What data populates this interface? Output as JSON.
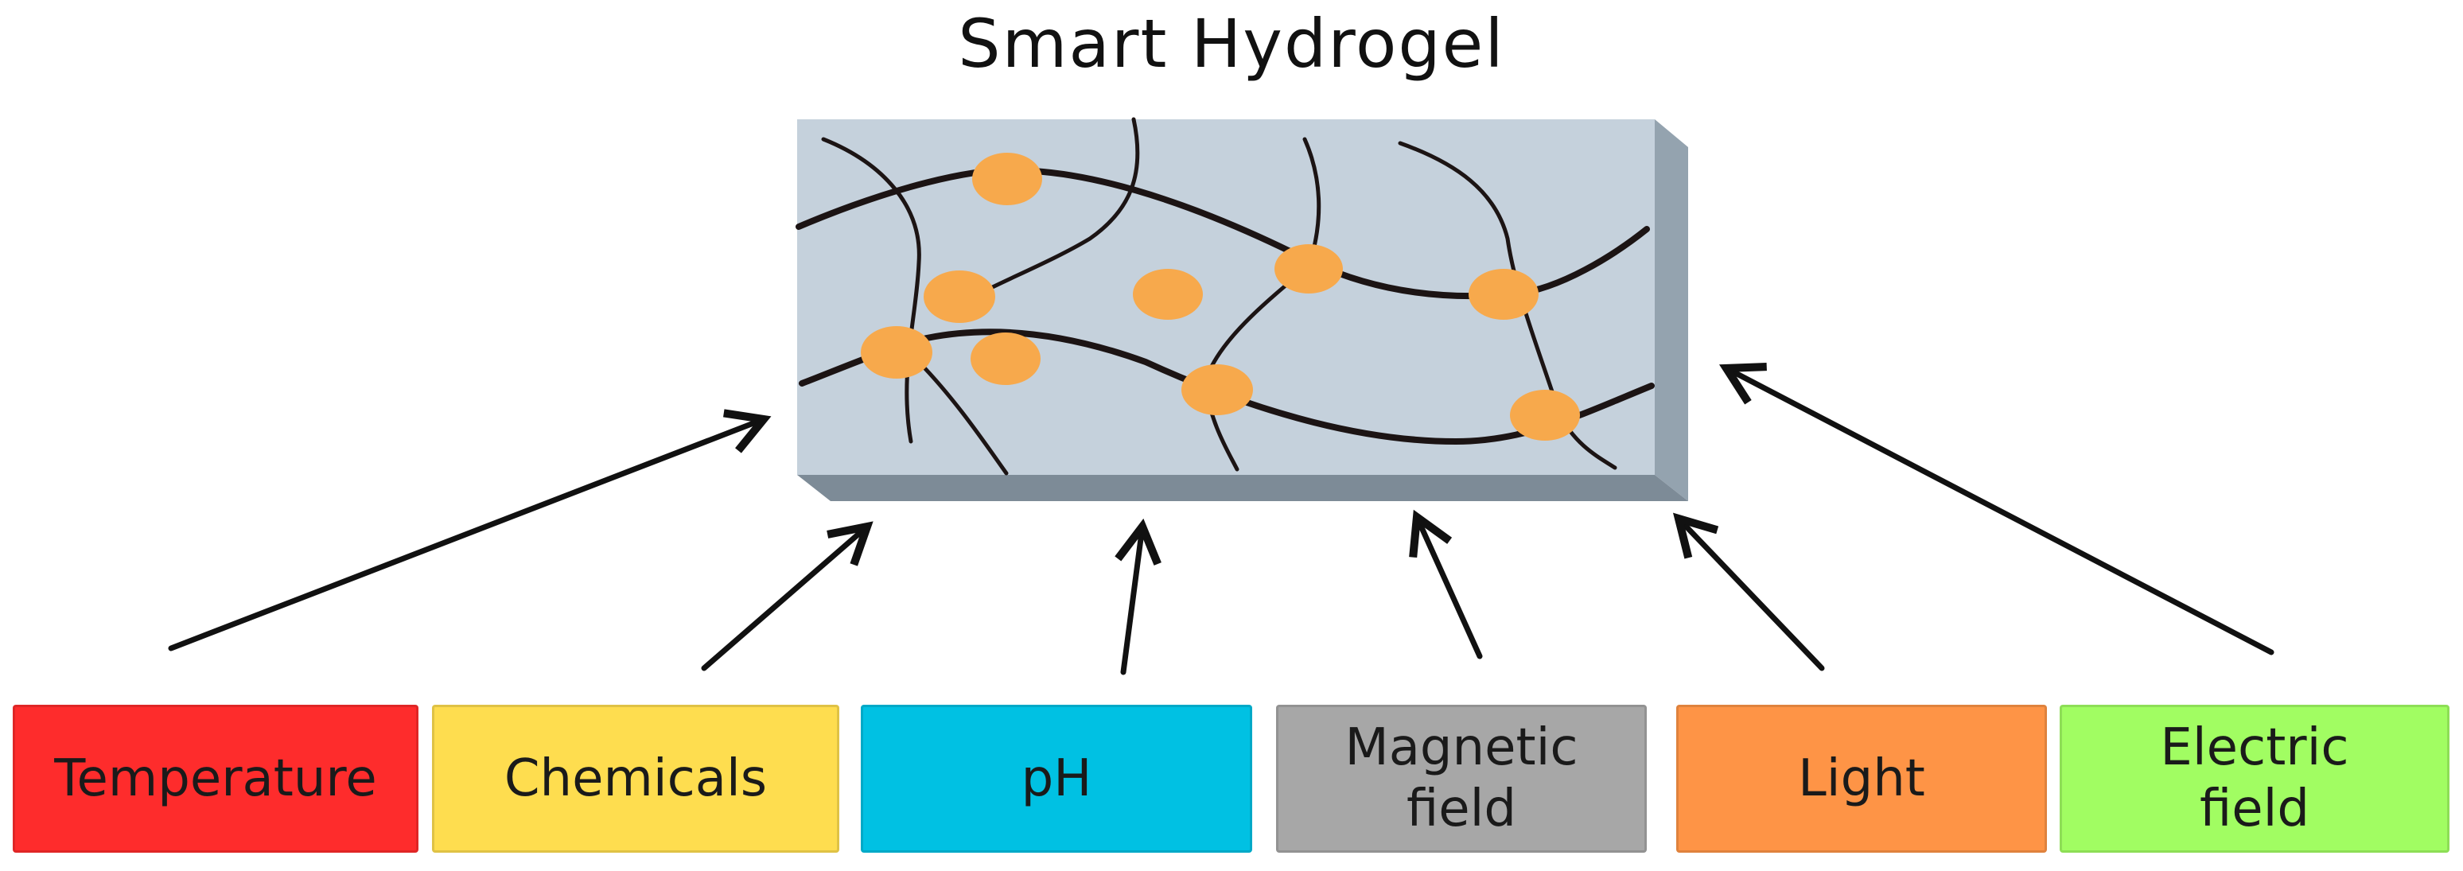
{
  "title": "Smart Hydrogel",
  "colors": {
    "gel_face": "#c5d1dc",
    "gel_side": "#94a3af",
    "gel_bottom": "#7d8b97",
    "chain": "#1c1414",
    "particle": "#f7a94c",
    "arrow": "#111111"
  },
  "stimuli": [
    {
      "label": "Temperature",
      "color": "#fe2c2c"
    },
    {
      "label": "Chemicals",
      "color": "#fedd4f"
    },
    {
      "label": "pH",
      "color": "#00c1e3"
    },
    {
      "label": "Magnetic\nfield",
      "color": "#a7a7a7"
    },
    {
      "label": "Light",
      "color": "#fe9446"
    },
    {
      "label": "Electric\nfield",
      "color": "#a1fd62"
    }
  ]
}
